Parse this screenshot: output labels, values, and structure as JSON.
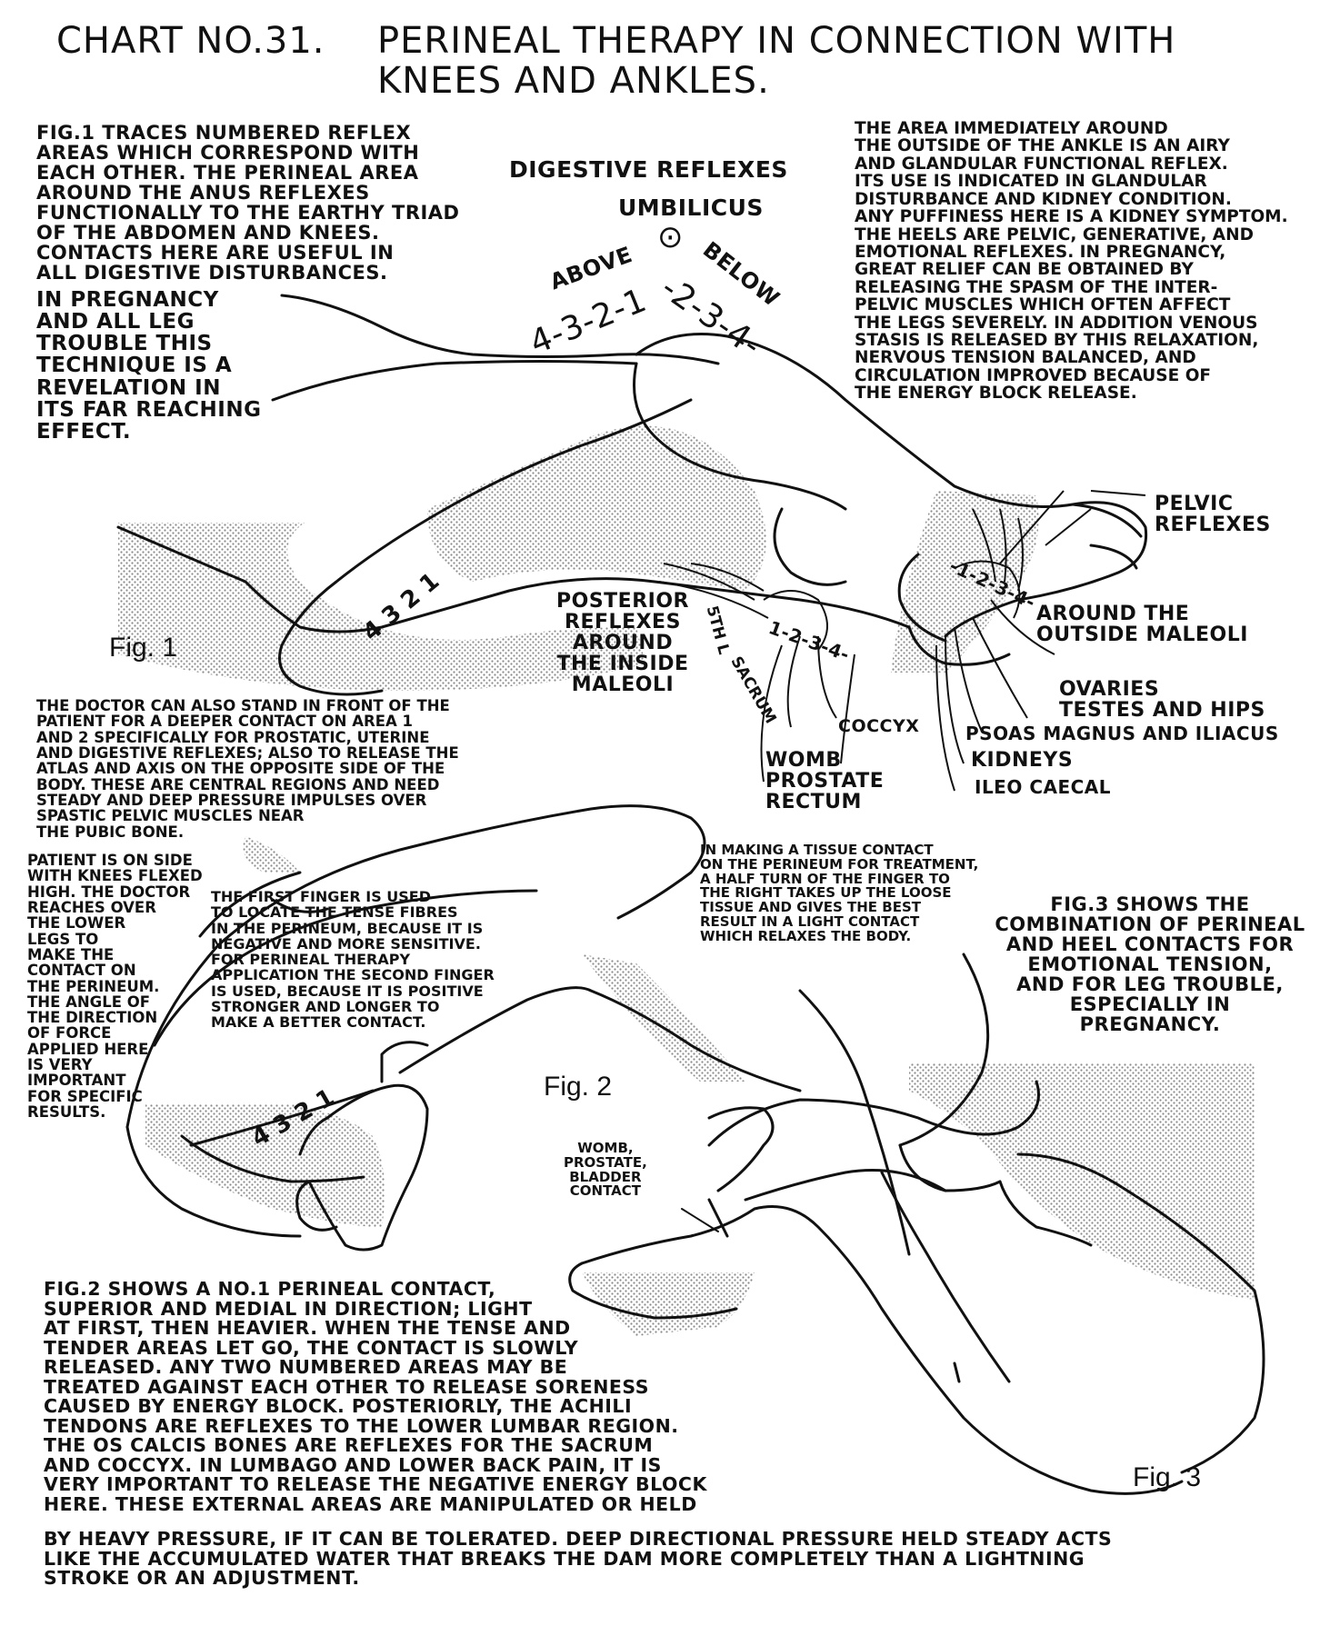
{
  "title": {
    "chart_no": "CHART NO.31.",
    "heading_line1": "PERINEAL THERAPY IN CONNECTION WITH",
    "heading_line2": "KNEES AND ANKLES."
  },
  "fig1_text": "FIG.1 TRACES NUMBERED REFLEX\nAREAS WHICH CORRESPOND WITH\nEACH OTHER. THE PERINEAL AREA\nAROUND THE ANUS REFLEXES\nFUNCTIONALLY TO THE EARTHY TRIAD\nOF THE ABDOMEN AND KNEES.\nCONTACTS HERE ARE USEFUL IN\nALL DIGESTIVE DISTURBANCES.",
  "pregnancy_text": "IN PREGNANCY\nAND ALL LEG\nTROUBLE THIS\nTECHNIQUE IS A\nREVELATION IN\nITS FAR REACHING\nEFFECT.",
  "digestive_reflexes": "DIGESTIVE REFLEXES",
  "umbilicus": "UMBILICUS",
  "umbilicus_symbol": "⊙",
  "above": "ABOVE",
  "below": "BELOW",
  "sequence_above": "4-3-2-1",
  "sequence_below": "-2-3-4-",
  "ankle_text": "THE AREA IMMEDIATELY AROUND\nTHE OUTSIDE OF THE ANKLE IS AN AIRY\nAND GLANDULAR FUNCTIONAL REFLEX.\nITS USE IS INDICATED IN GLANDULAR\nDISTURBANCE AND KIDNEY CONDITION.\nANY PUFFINESS HERE IS A KIDNEY SYMPTOM.\nTHE HEELS ARE PELVIC, GENERATIVE, AND\nEMOTIONAL REFLEXES. IN PREGNANCY,\nGREAT RELIEF CAN BE OBTAINED BY\nRELEASING THE SPASM OF THE INTER-\nPELVIC MUSCLES WHICH OFTEN AFFECT\nTHE LEGS SEVERELY. IN ADDITION VENOUS\nSTASIS IS RELEASED BY THIS RELAXATION,\nNERVOUS TENSION BALANCED, AND\nCIRCULATION IMPROVED BECAUSE OF\nTHE ENERGY BLOCK RELEASE.",
  "fig1_labels": {
    "pelvic_reflexes": "PELVIC\nREFLEXES",
    "around_outside": "AROUND THE\nOUTSIDE MALEOLI",
    "ovaries": "OVARIES\nTESTES AND HIPS",
    "psoas": "PSOAS MAGNUS AND ILIACUS",
    "kidneys": "KIDNEYS",
    "ileo": "ILEO CAECAL",
    "posterior": "POSTERIOR\nREFLEXES\nAROUND\nTHE INSIDE\nMALEOLI",
    "coccyx": "COCCYX",
    "womb": "WOMB\nPROSTATE\nRECTUM",
    "fifth_l": "5TH L",
    "sacrum": "SACRUM",
    "seq_inside": "1-2-3-4-",
    "seq_outside": "-1-2-3-4-",
    "knee_seq": "4  3  2 1",
    "fig": "Fig. 1"
  },
  "doctor_text": "THE DOCTOR CAN ALSO STAND IN FRONT OF THE\nPATIENT FOR A DEEPER CONTACT ON AREA 1\nAND 2 SPECIFICALLY FOR PROSTATIC, UTERINE\nAND DIGESTIVE REFLEXES; ALSO TO RELEASE THE\nATLAS AND AXIS ON THE OPPOSITE SIDE OF THE\nBODY. THESE ARE CENTRAL REGIONS AND NEED\nSTEADY AND DEEP PRESSURE IMPULSES OVER\nSPASTIC PELVIC MUSCLES NEAR\nTHE PUBIC BONE.",
  "patient_side_text": "PATIENT IS ON SIDE\nWITH KNEES FLEXED\nHIGH. THE DOCTOR\nREACHES OVER\nTHE LOWER\nLEGS TO\nMAKE THE\nCONTACT ON\nTHE PERINEUM.\nTHE ANGLE OF\nTHE DIRECTION\nOF FORCE\nAPPLIED HERE\nIS VERY\nIMPORTANT\nFOR SPECIFIC\nRESULTS.",
  "first_finger_text": "THE FIRST FINGER IS USED\nTO LOCATE THE TENSE FIBRES\nIN THE PERINEUM, BECAUSE IT IS\nNEGATIVE AND MORE SENSITIVE.\nFOR PERINEAL THERAPY\nAPPLICATION THE SECOND FINGER\nIS USED, BECAUSE IT IS POSITIVE\nSTRONGER AND LONGER TO\nMAKE A BETTER CONTACT.",
  "tissue_text": "IN MAKING A TISSUE CONTACT\nON THE PERINEUM FOR TREATMENT,\nA HALF TURN OF THE FINGER TO\nTHE RIGHT TAKES UP THE LOOSE\nTISSUE AND GIVES THE BEST\nRESULT IN A LIGHT CONTACT\nWHICH RELAXES THE BODY.",
  "fig3_text": "FIG.3 SHOWS THE\nCOMBINATION OF PERINEAL\nAND HEEL CONTACTS FOR\nEMOTIONAL TENSION,\nAND FOR LEG TROUBLE,\nESPECIALLY IN\nPREGNANCY.",
  "fig2_labels": {
    "knee_seq": "4 3 2 1",
    "fig": "Fig. 2"
  },
  "fig3_labels": {
    "contact": "WOMB,\nPROSTATE,\nBLADDER\nCONTACT",
    "fig": "Fig. 3"
  },
  "bottom_text": "FIG.2 SHOWS A NO.1 PERINEAL CONTACT,\nSUPERIOR AND MEDIAL IN DIRECTION; LIGHT\nAT FIRST, THEN HEAVIER. WHEN THE TENSE AND\nTENDER AREAS LET GO, THE CONTACT IS SLOWLY\nRELEASED. ANY TWO NUMBERED AREAS MAY BE\nTREATED AGAINST EACH OTHER TO RELEASE SORENESS\nCAUSED BY ENERGY BLOCK. POSTERIORLY, THE ACHILI\nTENDONS ARE REFLEXES TO THE LOWER LUMBAR REGION.\nTHE OS CALCIS BONES ARE REFLEXES FOR THE SACRUM\nAND COCCYX. IN LUMBAGO AND LOWER BACK PAIN, IT IS\nVERY IMPORTANT TO RELEASE THE NEGATIVE ENERGY BLOCK\nHERE. THESE EXTERNAL AREAS ARE MANIPULATED OR HELD",
  "bottom_text_last": "BY HEAVY PRESSURE, IF IT CAN BE TOLERATED. DEEP DIRECTIONAL PRESSURE HELD STEADY ACTS\nLIKE THE ACCUMULATED WATER THAT BREAKS THE DAM MORE COMPLETELY THAN A LIGHTNING\nSTROKE OR AN ADJUSTMENT."
}
